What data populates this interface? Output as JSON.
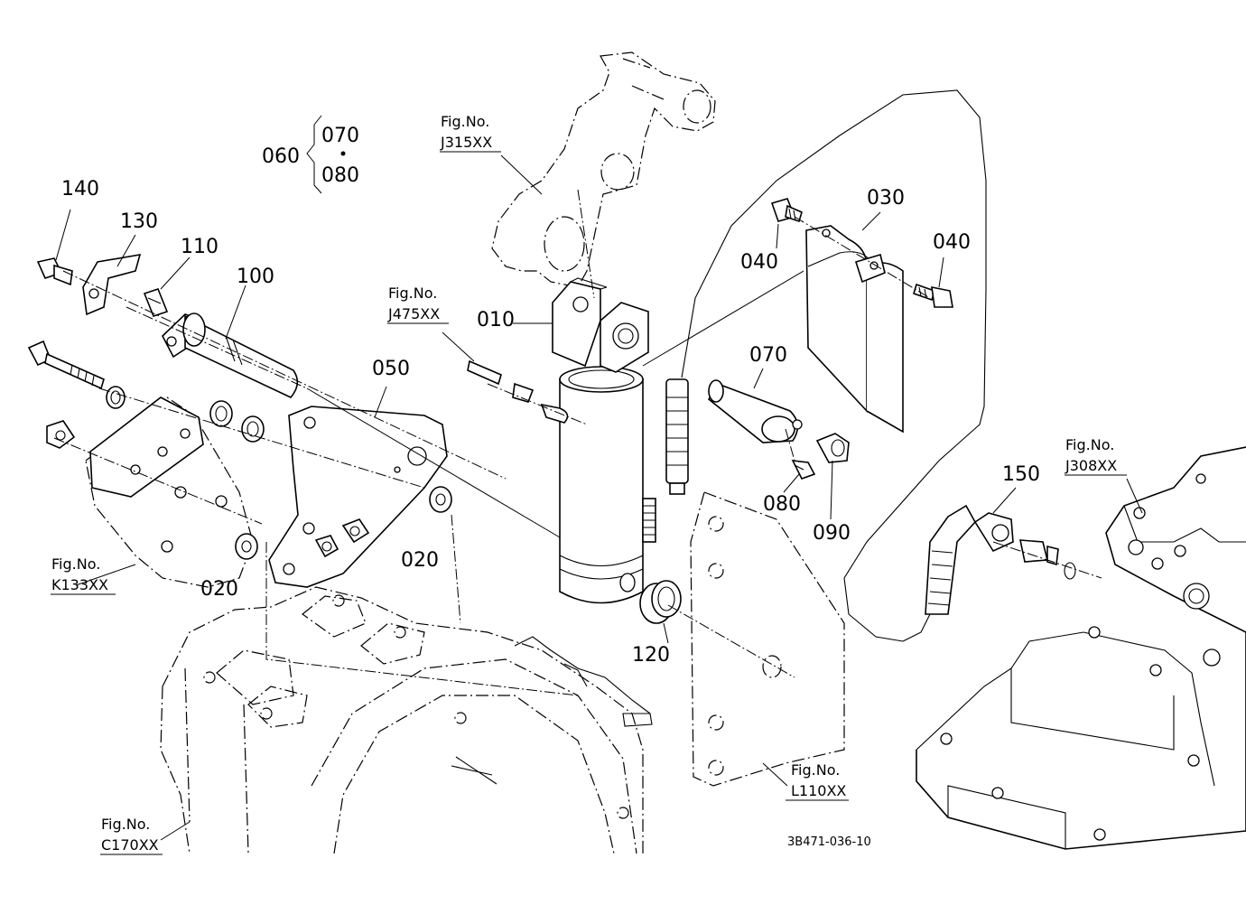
{
  "diagram": {
    "drawing_code": "3B471-036-10",
    "part_labels": {
      "p010": "010",
      "p020a": "020",
      "p020b": "020",
      "p030": "030",
      "p040a": "040",
      "p040b": "040",
      "p050": "050",
      "p060": "060",
      "p060_sub1": "070",
      "p060_sub2": "080",
      "p070": "070",
      "p080": "080",
      "p090": "090",
      "p100": "100",
      "p110": "110",
      "p120": "120",
      "p130": "130",
      "p140": "140",
      "p150": "150"
    },
    "figure_refs": {
      "j315": {
        "line1": "Fig.No.",
        "line2": "J315XX"
      },
      "j475": {
        "line1": "Fig.No.",
        "line2": "J475XX"
      },
      "k133": {
        "line1": "Fig.No.",
        "line2": "K133XX"
      },
      "j308": {
        "line1": "Fig.No.",
        "line2": "J308XX"
      },
      "l110": {
        "line1": "Fig.No.",
        "line2": "L110XX"
      },
      "c170": {
        "line1": "Fig.No.",
        "line2": "C170XX"
      }
    }
  }
}
